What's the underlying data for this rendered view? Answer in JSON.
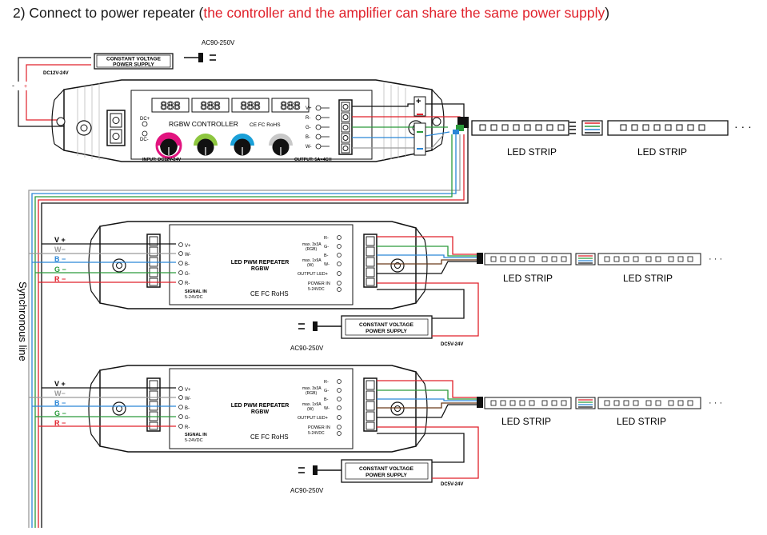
{
  "title": {
    "prefix": "2)  Connect to power repeater (",
    "highlight": "the controller and the amplifier can share the same power supply",
    "suffix": ")"
  },
  "top_supply": {
    "label_line1": "CONSTANT VOLTAGE",
    "label_line2": "POWER SUPPLY",
    "ac_label": "AC90-250V",
    "dc_label": "DC12V-24V",
    "plus": "+",
    "minus": "-"
  },
  "controller": {
    "display_digits": [
      "888",
      "888",
      "888",
      "888"
    ],
    "name": "RGBW  CONTROLLER",
    "cert": "CE FC RoHS",
    "input_label": "INPUT: DC12V-24V",
    "output_label": "OUTPUT: 5A×4CH",
    "dc_plus": "DC+",
    "dc_minus": "DC-",
    "outputs": [
      "V+",
      "R-",
      "G-",
      "B-",
      "W-"
    ],
    "knob_colors": [
      "#e2147f",
      "#8dc63f",
      "#1aa0d8",
      "#c8c8c8"
    ],
    "terminal_plus": "+",
    "terminal_minus": "-"
  },
  "strip_label": "LED STRIP",
  "sync_label": "Synchronous line",
  "dots": "· · ·",
  "repeater": {
    "name_line1": "LED PWM REPEATER",
    "name_line2": "RGBW",
    "inputs": [
      "V+",
      "W-",
      "B-",
      "G-",
      "R-"
    ],
    "signal_line1": "SIGNAL IN",
    "signal_line2": "5-24VDC",
    "cert": "CE FC RoHS",
    "right_labels": [
      "R-",
      "G-",
      "B-",
      "W-"
    ],
    "max1_line1": "max. 3x3A",
    "max1_line2": "(RGB)",
    "max2_line1": "max. 1x9A",
    "max2_line2": "(W)",
    "output_led": "OUTPUT LED+",
    "power_in_line1": "POWER IN",
    "power_in_line2": "5-24VDC",
    "side_labels": [
      "V +",
      "W−",
      "B −",
      "G −",
      "R −"
    ]
  },
  "repeater_supply": {
    "label_line1": "CONSTANT VOLTAGE",
    "label_line2": "POWER SUPPLY",
    "ac_label": "AC90-250V",
    "dc_label": "DC5V-24V"
  },
  "colors": {
    "red": "#e0202a",
    "green": "#2a9a3a",
    "blue": "#2a86d6",
    "gray": "#9a9a9a",
    "black": "#111111",
    "brown": "#6a3a1a",
    "title_highlight": "#e0202a"
  }
}
